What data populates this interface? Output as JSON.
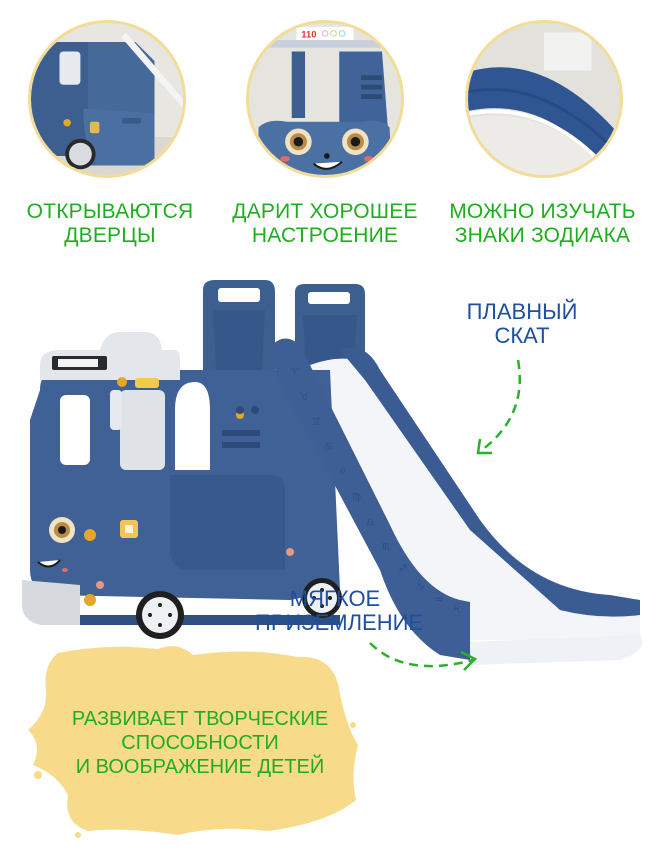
{
  "features": [
    {
      "caption_line1": "ОТКРЫВАЮТСЯ",
      "caption_line2": "ДВЕРЦЫ",
      "image": "bus-open-door-closeup"
    },
    {
      "caption_line1": "ДАРИТ ХОРОШЕЕ",
      "caption_line2": "НАСТРОЕНИЕ",
      "image": "bus-smiling-face-closeup",
      "sign_text": "110"
    },
    {
      "caption_line1": "МОЖНО ИЗУЧАТЬ",
      "caption_line2": "ЗНАКИ ЗОДИАКА",
      "image": "slide-rail-zodiac-closeup"
    }
  ],
  "callouts": {
    "smooth_slope": {
      "line1": "ПЛАВНЫЙ",
      "line2": "СКАТ"
    },
    "soft_landing": {
      "line1": "МЯГКОЕ",
      "line2": "ПРИЗЕМЛЕНИЕ"
    }
  },
  "banner": {
    "line1": "РАЗВИВАЕТ ТВОРЧЕСКИЕ",
    "line2": "СПОСОБНОСТИ",
    "line3": "И ВООБРАЖЕНИЕ ДЕТЕЙ"
  },
  "colors": {
    "caption_green": "#1fae1f",
    "label_blue": "#1f4fa0",
    "product_blue": "#3d5f8f",
    "circle_border": "#f2dc98",
    "paint_yellow": "#f7db8a"
  }
}
